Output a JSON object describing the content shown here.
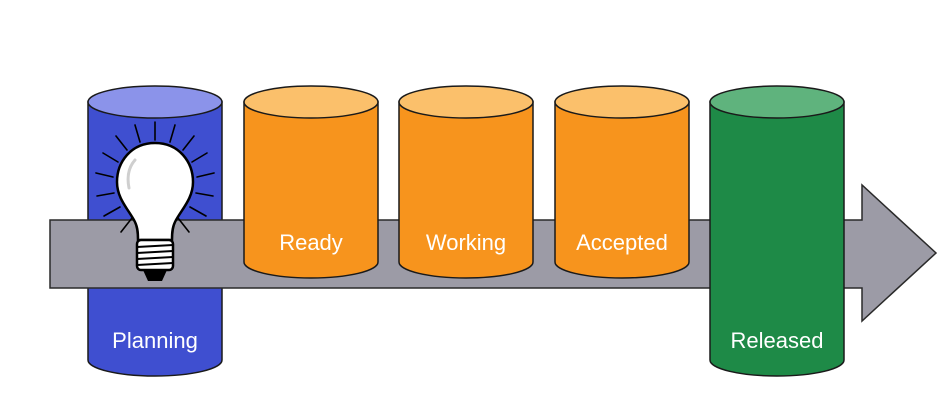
{
  "stages": [
    {
      "id": "planning",
      "label": "Planning",
      "color": "#3f4fd0",
      "top_color": "#8b93ea",
      "icon": "lightbulb-icon"
    },
    {
      "id": "ready",
      "label": "Ready",
      "color": "#f7941d",
      "top_color": "#fbc06b"
    },
    {
      "id": "working",
      "label": "Working",
      "color": "#f7941d",
      "top_color": "#fbc06b"
    },
    {
      "id": "accepted",
      "label": "Accepted",
      "color": "#f7941d",
      "top_color": "#fbc06b"
    },
    {
      "id": "released",
      "label": "Released",
      "color": "#1e8a47",
      "top_color": "#5fb37d"
    }
  ],
  "arrow_color": "#9c9ba6"
}
